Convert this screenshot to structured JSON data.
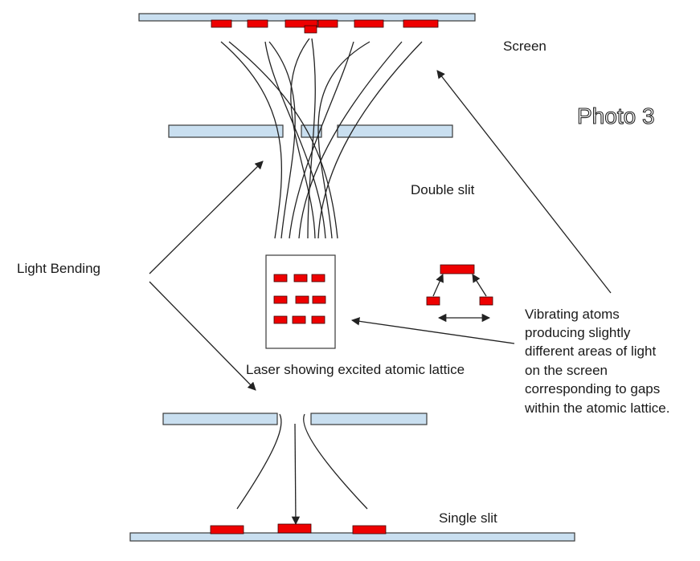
{
  "labels": {
    "screen": "Screen",
    "photo": "Photo 3",
    "double_slit": "Double slit",
    "light_bending": "Light Bending",
    "laser": "Laser showing excited atomic lattice",
    "vibrating": [
      "Vibrating atoms",
      "producing slightly",
      "different areas of light",
      "on the screen",
      "corresponding to gaps",
      "within the atomic lattice."
    ],
    "single_slit": "Single slit"
  },
  "colors": {
    "plate_fill": "#c9dff0",
    "plate_stroke": "#3a3a3a",
    "light_spot": "#ee0000",
    "line": "#222222"
  }
}
